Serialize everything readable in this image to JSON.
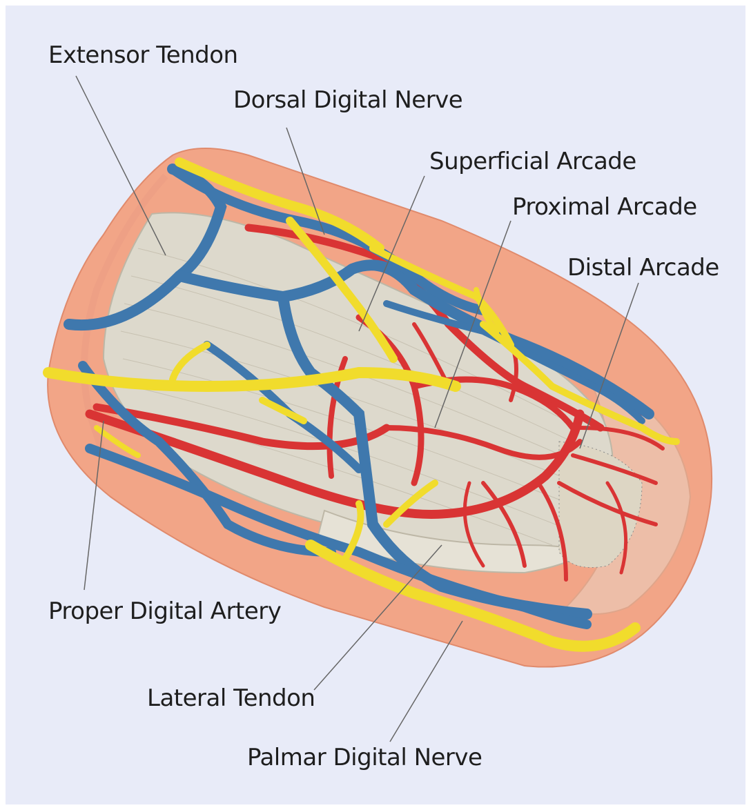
{
  "labels": {
    "extensor_tendon": "Extensor Tendon",
    "dorsal_digital_nerve": "Dorsal Digital Nerve",
    "superficial_arcade": "Superficial Arcade",
    "proximal_arcade": "Proximal Arcade",
    "distal_arcade": "Distal Arcade",
    "proper_digital_artery": "Proper Digital Artery",
    "lateral_tendon": "Lateral Tendon",
    "palmar_digital_nerve": "Palmar Digital Nerve"
  },
  "colors": {
    "background": "#e8ebf8",
    "skin": "#f2a587",
    "tendon": "#ddd9cc",
    "vein": "#3f78ad",
    "artery": "#d93434",
    "nerve": "#f1dc2c",
    "leader": "#666666"
  }
}
